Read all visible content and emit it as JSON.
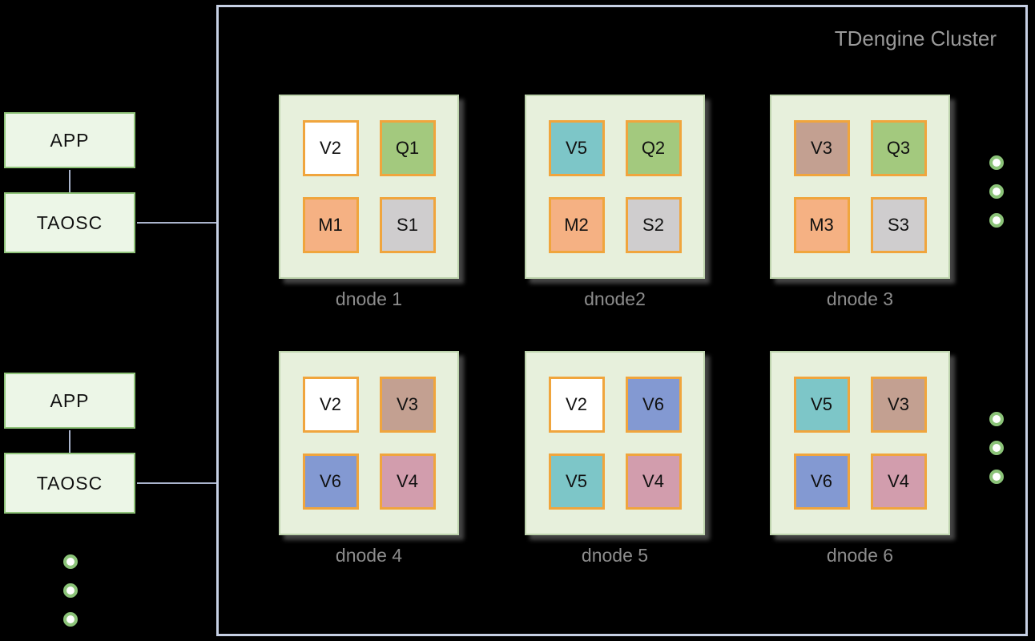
{
  "title": "TDengine Cluster",
  "palette": {
    "background": "#000000",
    "cluster_border": "#c6d0e4",
    "title_color": "#9a9a9a",
    "label_color": "#8c8c8c",
    "dnode_bg": "#e7f0dc",
    "dnode_border": "#bdd3ac",
    "cell_border": "#f0a53d",
    "app_box_bg": "#ecf6e7",
    "app_box_border": "#90c47a",
    "connector": "#aab4cc",
    "dot_color": "#8bc378"
  },
  "clients": [
    {
      "app_label": "APP",
      "taosc_label": "TAOSC"
    },
    {
      "app_label": "APP",
      "taosc_label": "TAOSC"
    }
  ],
  "cluster": {
    "dnodes": [
      {
        "label": "dnode 1",
        "cells": [
          {
            "label": "V2",
            "color": "#ffffff"
          },
          {
            "label": "Q1",
            "color": "#a3c97e"
          },
          {
            "label": "M1",
            "color": "#f5b183"
          },
          {
            "label": "S1",
            "color": "#cfcdce"
          }
        ]
      },
      {
        "label": "dnode2",
        "cells": [
          {
            "label": "V5",
            "color": "#7dc6c8"
          },
          {
            "label": "Q2",
            "color": "#a3c97e"
          },
          {
            "label": "M2",
            "color": "#f5b183"
          },
          {
            "label": "S2",
            "color": "#cfcdce"
          }
        ]
      },
      {
        "label": "dnode 3",
        "cells": [
          {
            "label": "V3",
            "color": "#c3a091"
          },
          {
            "label": "Q3",
            "color": "#a3c97e"
          },
          {
            "label": "M3",
            "color": "#f5b183"
          },
          {
            "label": "S3",
            "color": "#cfcdce"
          }
        ]
      },
      {
        "label": "dnode 4",
        "cells": [
          {
            "label": "V2",
            "color": "#ffffff"
          },
          {
            "label": "V3",
            "color": "#c3a091"
          },
          {
            "label": "V6",
            "color": "#8399d2"
          },
          {
            "label": "V4",
            "color": "#d29dad"
          }
        ]
      },
      {
        "label": "dnode 5",
        "cells": [
          {
            "label": "V2",
            "color": "#ffffff"
          },
          {
            "label": "V6",
            "color": "#8399d2"
          },
          {
            "label": "V5",
            "color": "#7dc6c8"
          },
          {
            "label": "V4",
            "color": "#d29dad"
          }
        ]
      },
      {
        "label": "dnode 6",
        "cells": [
          {
            "label": "V5",
            "color": "#7dc6c8"
          },
          {
            "label": "V3",
            "color": "#c3a091"
          },
          {
            "label": "V6",
            "color": "#8399d2"
          },
          {
            "label": "V4",
            "color": "#d29dad"
          }
        ]
      }
    ]
  }
}
